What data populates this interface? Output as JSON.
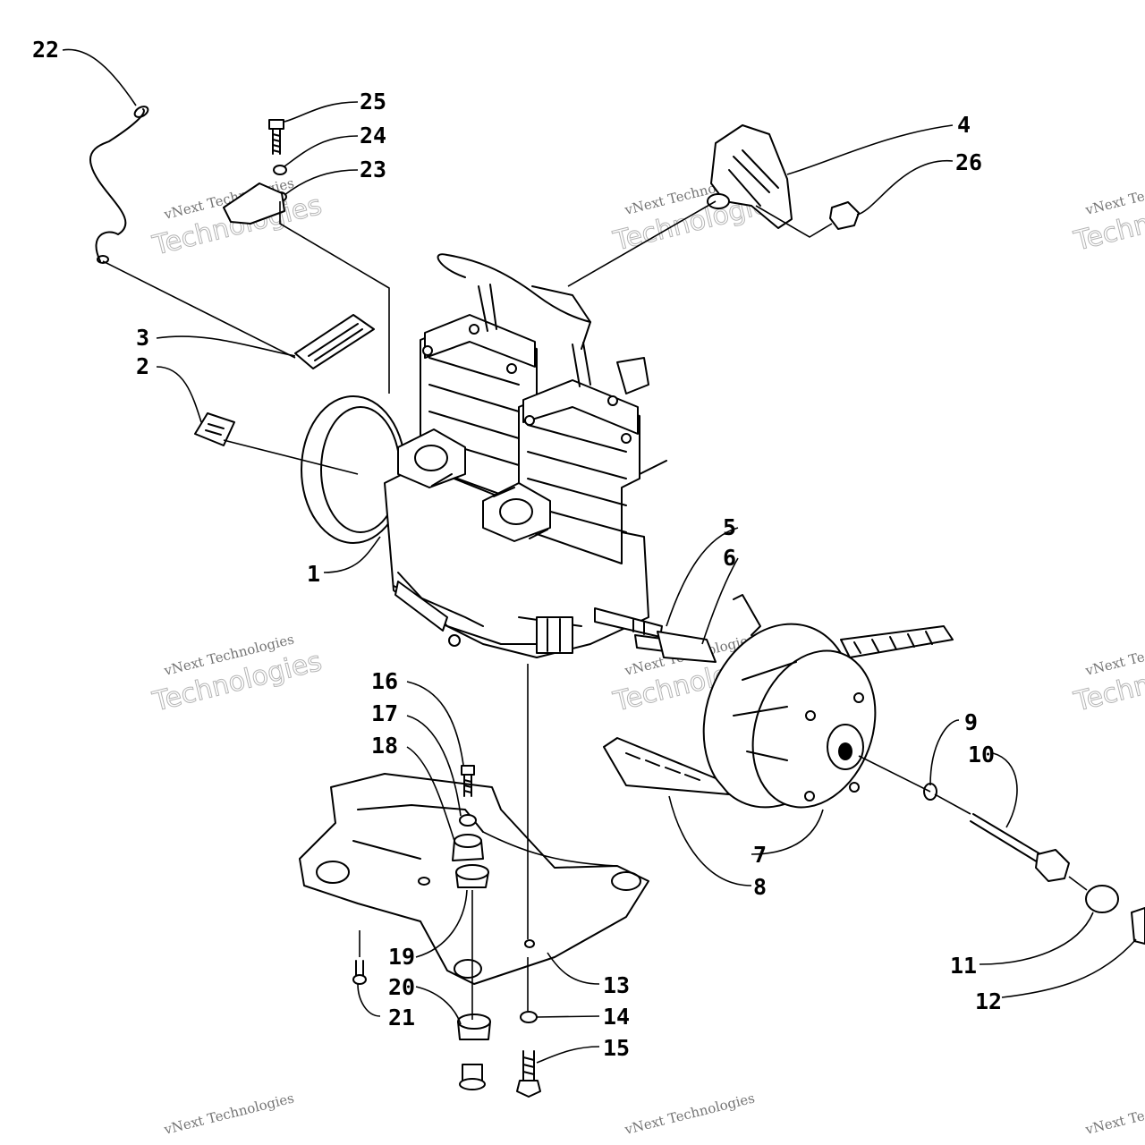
{
  "watermark": {
    "line1": "vNext Technologies",
    "line2": "Technologies"
  },
  "callouts": [
    {
      "id": "1",
      "label": "1"
    },
    {
      "id": "2",
      "label": "2"
    },
    {
      "id": "3",
      "label": "3"
    },
    {
      "id": "4",
      "label": "4"
    },
    {
      "id": "5",
      "label": "5"
    },
    {
      "id": "6",
      "label": "6"
    },
    {
      "id": "7",
      "label": "7"
    },
    {
      "id": "8",
      "label": "8"
    },
    {
      "id": "9",
      "label": "9"
    },
    {
      "id": "10",
      "label": "10"
    },
    {
      "id": "11",
      "label": "11"
    },
    {
      "id": "12",
      "label": "12"
    },
    {
      "id": "13",
      "label": "13"
    },
    {
      "id": "14",
      "label": "14"
    },
    {
      "id": "15",
      "label": "15"
    },
    {
      "id": "16",
      "label": "16"
    },
    {
      "id": "17",
      "label": "17"
    },
    {
      "id": "18",
      "label": "18"
    },
    {
      "id": "19",
      "label": "19"
    },
    {
      "id": "20",
      "label": "20"
    },
    {
      "id": "21",
      "label": "21"
    },
    {
      "id": "22",
      "label": "22"
    },
    {
      "id": "23",
      "label": "23"
    },
    {
      "id": "24",
      "label": "24"
    },
    {
      "id": "25",
      "label": "25"
    },
    {
      "id": "26",
      "label": "26"
    }
  ]
}
